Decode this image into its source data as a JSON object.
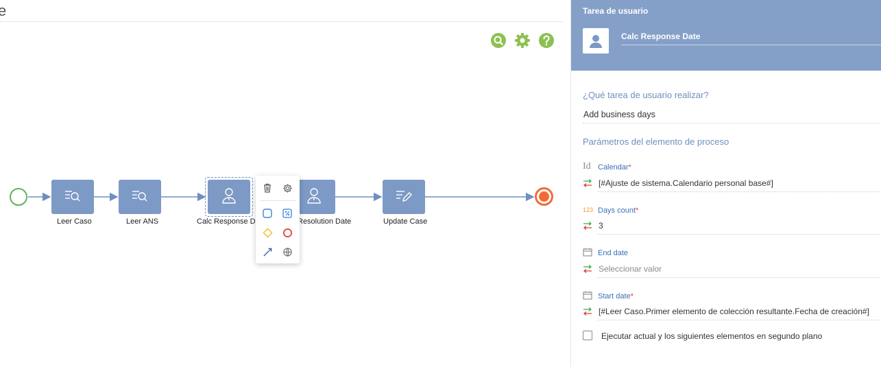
{
  "canvas": {
    "title_fragment": "e",
    "tools": {
      "search_icon": "search-icon",
      "settings_icon": "gear-icon",
      "help_icon": "question-icon",
      "tool_color": "#8cc152"
    },
    "nodes": [
      {
        "label": "Leer Caso",
        "icon": "read-data-icon"
      },
      {
        "label": "Leer ANS",
        "icon": "read-data-icon"
      },
      {
        "label": "Calc Response Da",
        "icon": "user-task-icon"
      },
      {
        "label": "Resolution Date",
        "icon": "user-task-icon"
      },
      {
        "label": "Update Case",
        "icon": "modify-data-icon"
      }
    ],
    "node_color": "#7d99c6",
    "start_color": "#5fb25f",
    "end_color": "#f26a38",
    "popup": [
      "trash-icon",
      "gear-icon",
      "task-icon",
      "script-icon",
      "gateway-icon",
      "end-event-icon",
      "arrow-icon",
      "globe-icon"
    ]
  },
  "panel": {
    "header_color": "#85a0c8",
    "title": "Tarea de usuario",
    "task_name": "Calc Response Date",
    "question": "¿Qué tarea de usuario realizar?",
    "question_value": "Add business days",
    "params_title": "Parámetros del elemento de proceso",
    "params": [
      {
        "type_icon": "Id",
        "name": "Calendar",
        "required": "*",
        "value": "[#Ajuste de sistema.Calendario personal base#]",
        "placeholder": false
      },
      {
        "type_icon": "123",
        "name": "Days count",
        "required": "*",
        "value": "3",
        "placeholder": false
      },
      {
        "type_icon": "calendar-icon",
        "name": "End date",
        "required": "",
        "value": "Seleccionar valor",
        "placeholder": true
      },
      {
        "type_icon": "calendar-icon",
        "name": "Start date",
        "required": "*",
        "value": "[#Leer Caso.Primer elemento de colección resultante.Fecha de creación#]",
        "placeholder": false
      }
    ],
    "checkbox_label": "Ejecutar actual y los siguientes elementos en segundo plano"
  }
}
